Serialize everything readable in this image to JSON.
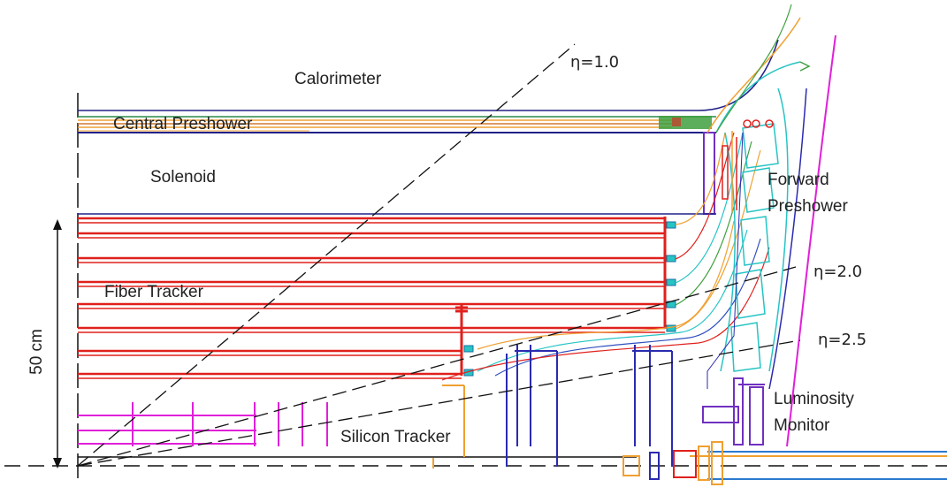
{
  "labels": {
    "calorimeter": "Calorimeter",
    "central_preshower": "Central Preshower",
    "solenoid": "Solenoid",
    "forward_preshower_1": "Forward",
    "forward_preshower_2": "Preshower",
    "fiber_tracker": "Fiber Tracker",
    "silicon_tracker": "Silicon Tracker",
    "luminosity_monitor_1": "Luminosity",
    "luminosity_monitor_2": "Monitor",
    "scale": "50 cm",
    "eta_1": "η=1.0",
    "eta_2": "η=2.0",
    "eta_3": "η=2.5"
  },
  "colors": {
    "fiber": "#e0201c",
    "preshower": "#f0a030",
    "cyan": "#27c4c4",
    "magenta": "#e020d8",
    "blue": "#2a2ab0",
    "solenoid": "#20208a",
    "green": "#40a040",
    "line": "#111111"
  }
}
